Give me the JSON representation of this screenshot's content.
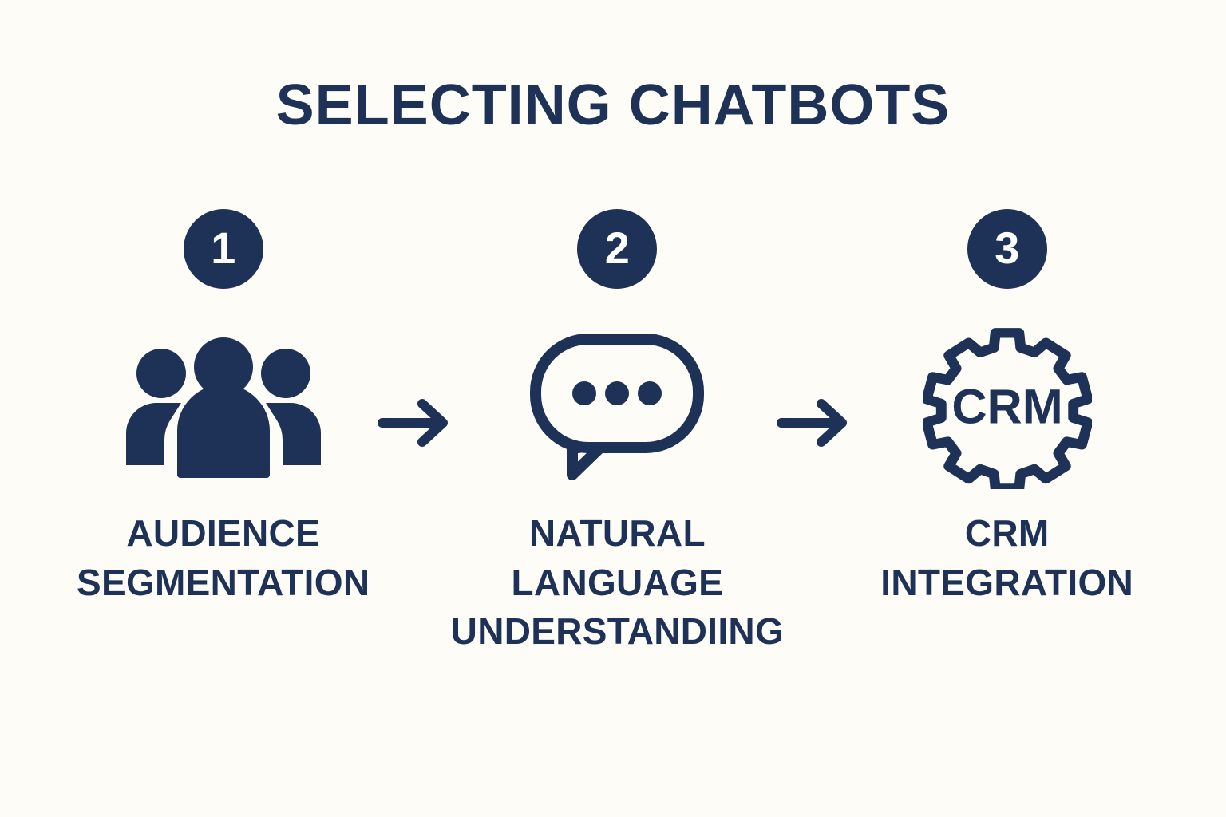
{
  "theme": {
    "background": "#fdfcf6",
    "primary": "#1e3157",
    "badge_text": "#ffffff"
  },
  "header": {
    "title": "SELECTING CHATBOTS"
  },
  "steps": [
    {
      "number": "1",
      "icon": "people-group-icon",
      "label_lines": [
        "AUDIENCE",
        "SEGMENTATION"
      ]
    },
    {
      "number": "2",
      "icon": "speech-bubble-ellipsis-icon",
      "label_lines": [
        "NATURAL",
        "LANGUAGE",
        "UNDERSTANDIING"
      ]
    },
    {
      "number": "3",
      "icon": "gear-crm-icon",
      "icon_text": "CRM",
      "label_lines": [
        "CRM",
        "INTEGRATION"
      ]
    }
  ],
  "connectors": [
    {
      "icon": "arrow-right-icon"
    },
    {
      "icon": "arrow-right-icon"
    }
  ]
}
